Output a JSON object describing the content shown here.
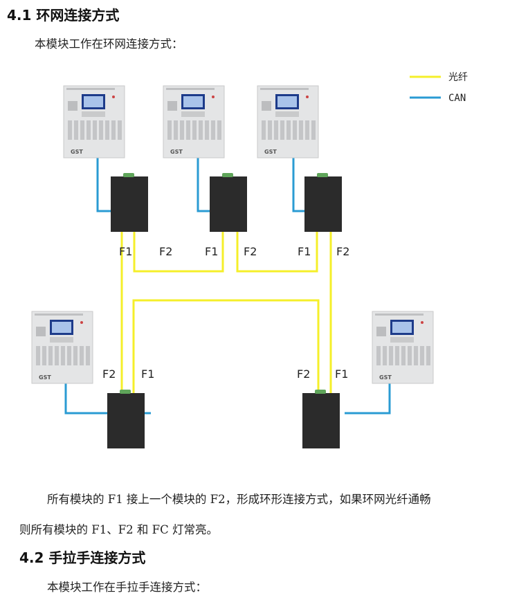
{
  "section1": {
    "heading": "4.1  环网连接方式",
    "intro": "本模块工作在环网连接方式：",
    "paragraph_line1": "所有模块的 F1 接上一个模块的 F2，形成环形连接方式，如果环网光纤通畅",
    "paragraph_line2": "则所有模块的 F1、F2 和 FC 灯常亮。"
  },
  "section2": {
    "heading": "4.2 手拉手连接方式",
    "intro": "本模块工作在手拉手连接方式："
  },
  "diagram": {
    "legend": [
      {
        "label": "光纤",
        "color": "#f5ef2a"
      },
      {
        "label": "CAN",
        "color": "#2a9bd3"
      }
    ],
    "colors": {
      "fiber": "#f5ef2a",
      "can": "#2a9bd3",
      "module": "#2b2b2b",
      "connector": "#5fa55a",
      "panel": "#e4e5e6"
    },
    "port_labels": {
      "f1": "F1",
      "f2": "F2"
    },
    "panel_brand": "GST"
  }
}
